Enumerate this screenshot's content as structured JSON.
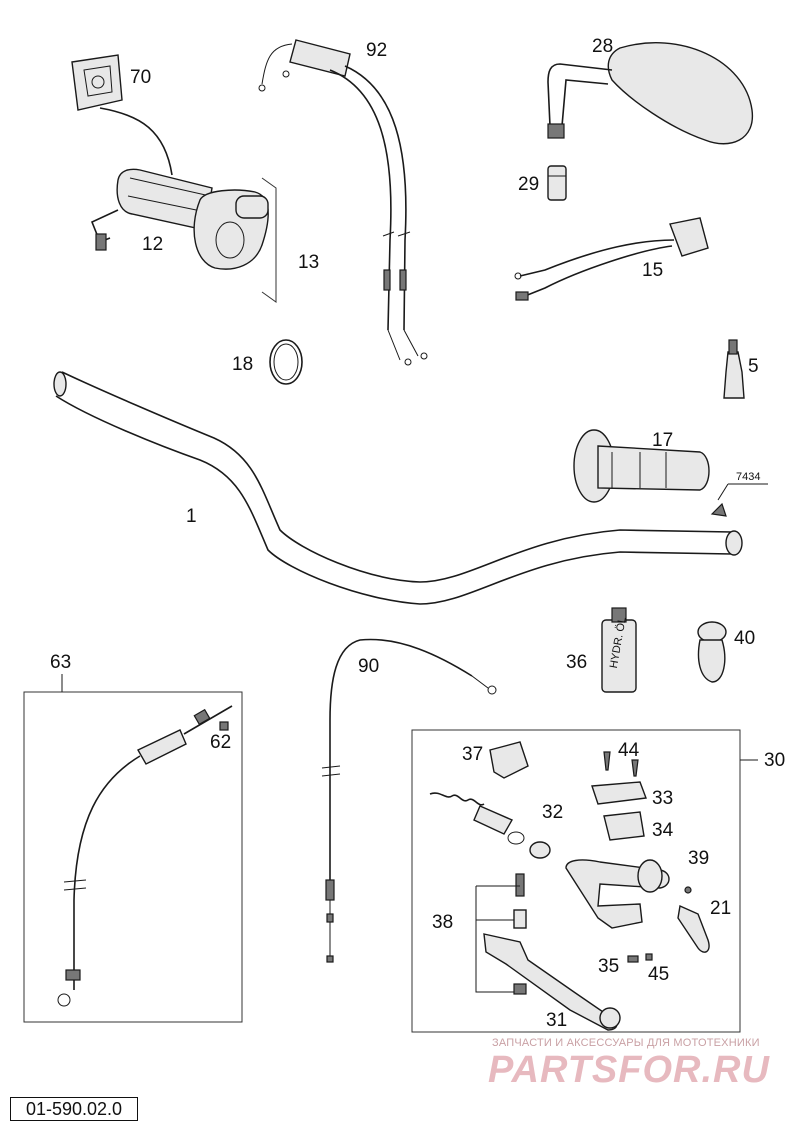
{
  "drawing_number": "01-590.02.0",
  "watermark": {
    "tagline": "ЗАПЧАСТИ И АКСЕССУАРЫ ДЛЯ МОТОТЕХНИКИ",
    "brand": "PARTSFOR.RU"
  },
  "callouts": {
    "p1": "1",
    "p5": "5",
    "p12": "12",
    "p13": "13",
    "p15": "15",
    "p17": "17",
    "p18": "18",
    "p21": "21",
    "p28": "28",
    "p29": "29",
    "p30": "30",
    "p31": "31",
    "p32": "32",
    "p33": "33",
    "p34": "34",
    "p35": "35",
    "p36": "36",
    "p37": "37",
    "p38": "38",
    "p39": "39",
    "p40": "40",
    "p44": "44",
    "p45": "45",
    "p62": "62",
    "p63": "63",
    "p70": "70",
    "p90": "90",
    "p92": "92",
    "p7434": "7434"
  },
  "bottle_label": "HYDR. ÖL"
}
